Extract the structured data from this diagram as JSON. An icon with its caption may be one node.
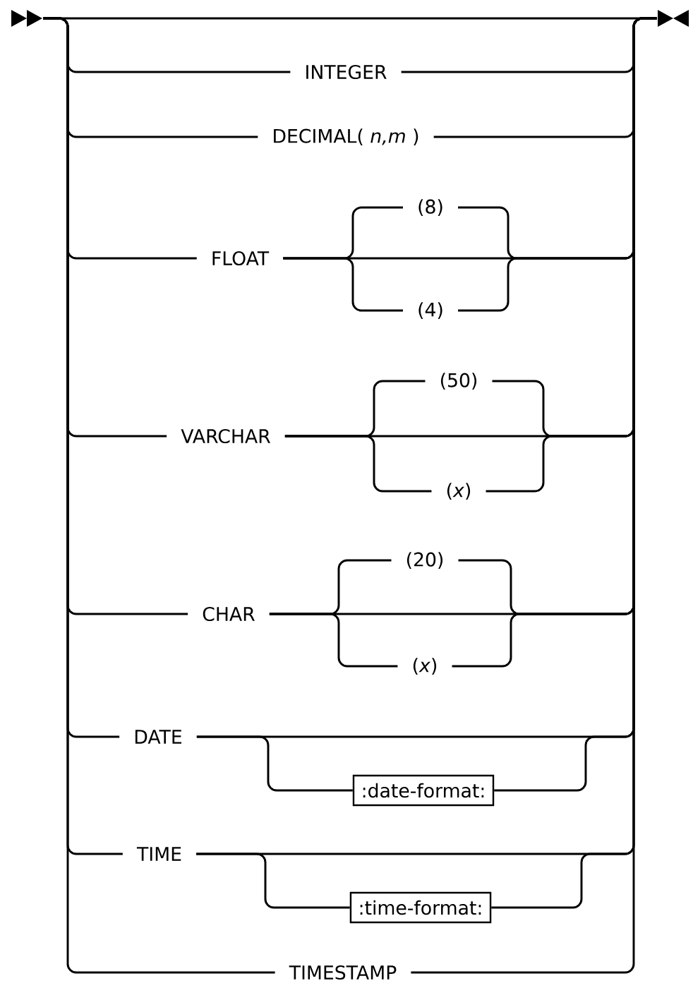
{
  "diagram": {
    "nodes": [
      {
        "text": [],
        "shape": "arrow"
      },
      {
        "text": [
          "INTEGER"
        ]
      },
      {
        "text": [
          "DECIMAL( *n,m* )"
        ]
      },
      {
        "text": [
          "FLOAT"
        ]
      },
      {
        "text": [
          "(8)"
        ]
      },
      {
        "text": [
          "(4)"
        ]
      },
      {
        "text": [
          "VARCHAR"
        ]
      },
      {
        "text": [
          "(50)"
        ]
      },
      {
        "text": [
          "(*x*)"
        ]
      },
      {
        "text": [
          "CHAR"
        ]
      },
      {
        "text": [
          "(20)"
        ]
      },
      {
        "text": [
          "(*x*)"
        ]
      },
      {
        "text": [
          "DATE"
        ]
      },
      {
        "text": [
          ":date-format:"
        ]
      },
      {
        "text": [
          "TIME"
        ]
      },
      {
        "text": [
          ":time-format:"
        ]
      },
      {
        "text": [
          "TIMESTAMP"
        ]
      },
      {
        "text": [],
        "shape": "arrow"
      }
    ],
    "edges": [
      {
        "from": 0,
        "to": 17,
        "arrow": "none"
      },
      {
        "from": 0,
        "to": 1,
        "arrow": "none"
      },
      {
        "from": 1,
        "to": 17,
        "arrow": "none"
      },
      {
        "from": 0,
        "to": 2,
        "arrow": "none"
      },
      {
        "from": 2,
        "to": 17,
        "arrow": "none"
      },
      {
        "from": 0,
        "to": 3,
        "arrow": "none"
      },
      {
        "from": 3,
        "to": 4,
        "arrow": "none"
      },
      {
        "from": 3,
        "to": 5,
        "arrow": "none"
      },
      {
        "from": 3,
        "to": 17,
        "arrow": "none"
      },
      {
        "from": 4,
        "to": 17,
        "arrow": "none"
      },
      {
        "from": 5,
        "to": 17,
        "arrow": "none"
      },
      {
        "from": 0,
        "to": 6,
        "arrow": "none"
      },
      {
        "from": 6,
        "to": 7,
        "arrow": "none"
      },
      {
        "from": 6,
        "to": 8,
        "arrow": "none"
      },
      {
        "from": 6,
        "to": 17,
        "arrow": "none"
      },
      {
        "from": 7,
        "to": 17,
        "arrow": "none"
      },
      {
        "from": 8,
        "to": 17,
        "arrow": "none"
      },
      {
        "from": 0,
        "to": 9,
        "arrow": "none"
      },
      {
        "from": 9,
        "to": 10,
        "arrow": "none"
      },
      {
        "from": 9,
        "to": 11,
        "arrow": "none"
      },
      {
        "from": 9,
        "to": 17,
        "arrow": "none"
      },
      {
        "from": 10,
        "to": 17,
        "arrow": "none"
      },
      {
        "from": 11,
        "to": 17,
        "arrow": "none"
      },
      {
        "from": 0,
        "to": 12,
        "arrow": "none"
      },
      {
        "from": 12,
        "to": 13,
        "arrow": "none"
      },
      {
        "from": 12,
        "to": 17,
        "arrow": "none"
      },
      {
        "from": 13,
        "to": 17,
        "arrow": "none"
      },
      {
        "from": 0,
        "to": 14,
        "arrow": "none"
      },
      {
        "from": 14,
        "to": 15,
        "arrow": "none"
      },
      {
        "from": 14,
        "to": 17,
        "arrow": "none"
      },
      {
        "from": 15,
        "to": 17,
        "arrow": "none"
      },
      {
        "from": 0,
        "to": 16,
        "arrow": "none"
      },
      {
        "from": 16,
        "to": 17,
        "arrow": "none"
      }
    ]
  }
}
